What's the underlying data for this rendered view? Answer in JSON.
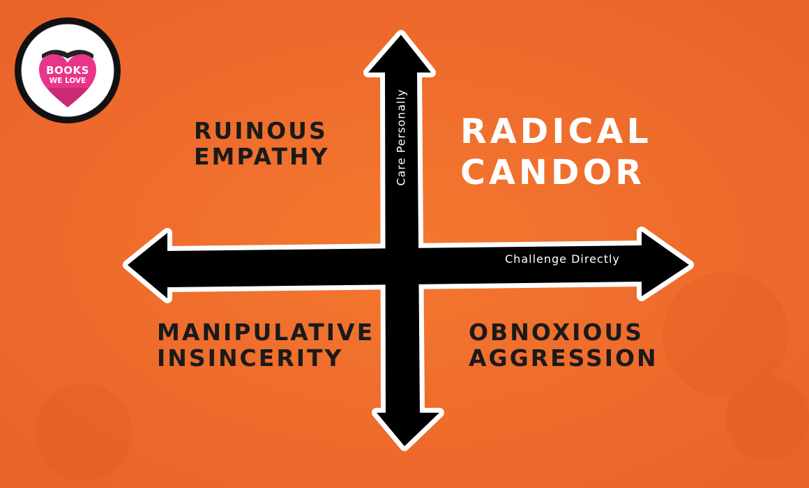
{
  "logo": {
    "line1": "BOOKS",
    "line2": "WE LOVE",
    "colors": {
      "ring": "#111111",
      "heart": "#e8358a"
    }
  },
  "axes": {
    "vertical_label": "Care Personally",
    "horizontal_label": "Challenge Directly"
  },
  "quadrants": {
    "top_left": [
      "RUINOUS",
      "EMPATHY"
    ],
    "top_right": [
      "RADICAL",
      "CANDOR"
    ],
    "bottom_left": [
      "MANIPULATIVE",
      "INSINCERITY"
    ],
    "bottom_right": [
      "OBNOXIOUS",
      "AGGRESSION"
    ]
  },
  "colors": {
    "background": "#f26d2b",
    "arrow_fill": "#000000",
    "arrow_outline": "#ffffff",
    "text_dark": "#1a1a1a",
    "text_light": "#ffffff"
  }
}
